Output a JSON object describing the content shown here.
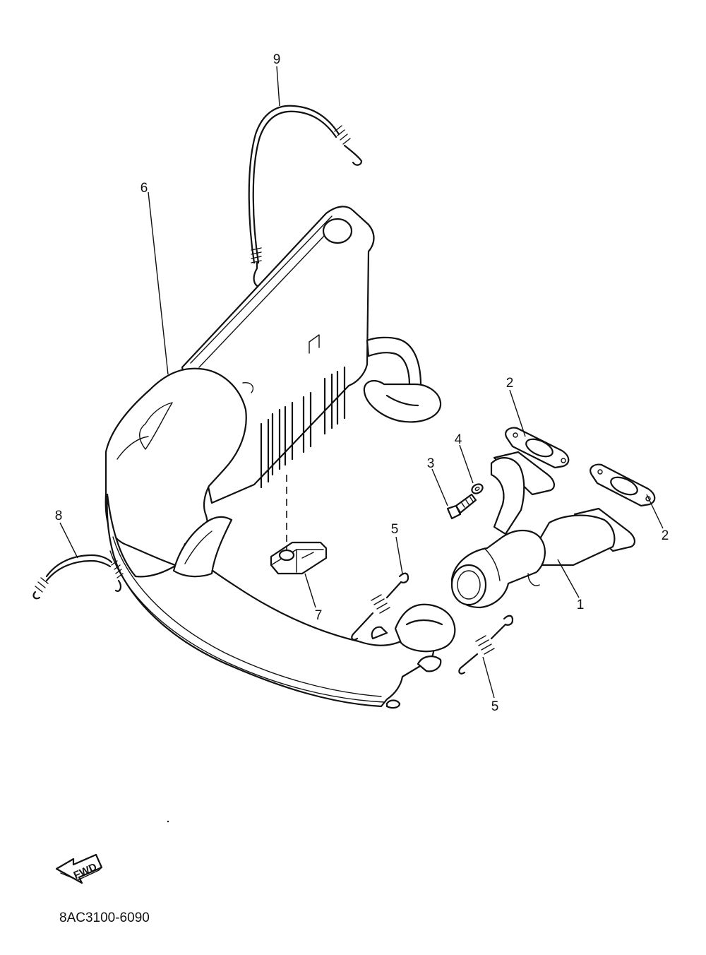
{
  "diagram": {
    "drawing_code": "8AC3100-6090",
    "direction_arrow_text": "FWD",
    "callouts": [
      {
        "id": "callout-9",
        "number": "9",
        "part": "spring-hook"
      },
      {
        "id": "callout-6",
        "number": "6",
        "part": "muffler"
      },
      {
        "id": "callout-2a",
        "number": "2",
        "part": "gasket"
      },
      {
        "id": "callout-4",
        "number": "4",
        "part": "washer"
      },
      {
        "id": "callout-3",
        "number": "3",
        "part": "bolt"
      },
      {
        "id": "callout-2b",
        "number": "2",
        "part": "gasket"
      },
      {
        "id": "callout-8",
        "number": "8",
        "part": "spring"
      },
      {
        "id": "callout-5a",
        "number": "5",
        "part": "spring"
      },
      {
        "id": "callout-1",
        "number": "1",
        "part": "exhaust-pipe"
      },
      {
        "id": "callout-7",
        "number": "7",
        "part": "damper"
      },
      {
        "id": "callout-5b",
        "number": "5",
        "part": "spring"
      }
    ]
  }
}
